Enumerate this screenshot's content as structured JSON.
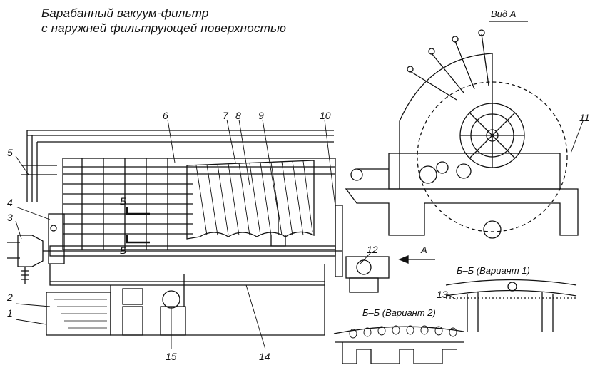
{
  "title": {
    "line1": "Барабанный вакуум-фильтр",
    "line2": "с наружней фильтрующей поверхностью"
  },
  "view_label": "Вид А",
  "arrow_label": "А",
  "section_label": "Б",
  "section_var1": "Б–Б (Вариант 1)",
  "section_var2": "Б–Б (Вариант 2)",
  "part_numbers": [
    "1",
    "2",
    "3",
    "4",
    "5",
    "6",
    "7",
    "8",
    "9",
    "10",
    "11",
    "12",
    "13",
    "14",
    "15"
  ],
  "colors": {
    "ink": "#111111",
    "paper": "#ffffff"
  }
}
